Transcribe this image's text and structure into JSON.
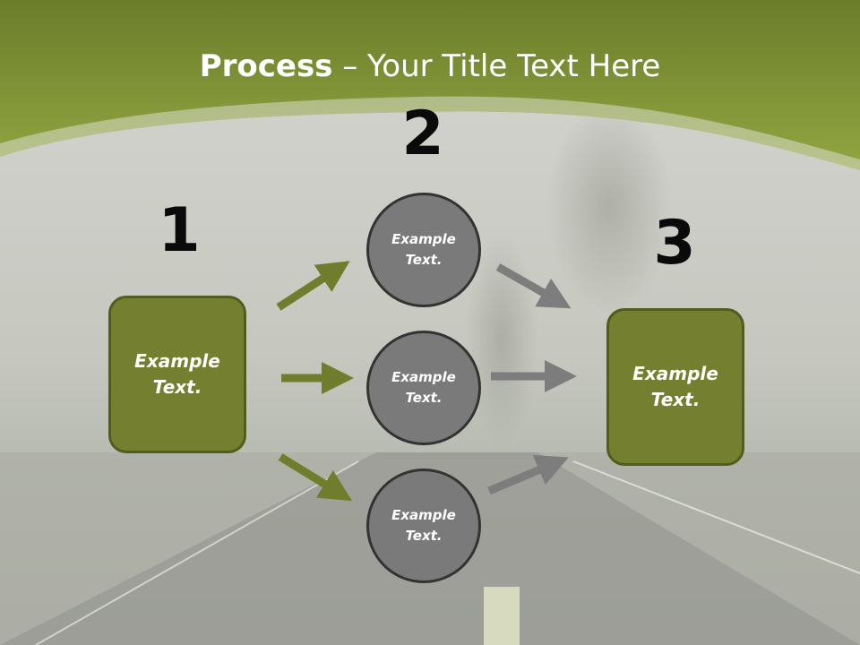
{
  "title": {
    "bold": "Process",
    "rest": " – Your Title Text Here"
  },
  "steps": {
    "num1": "1",
    "num2": "2",
    "num3": "3"
  },
  "nodes": {
    "left_box": [
      "Example",
      "Text."
    ],
    "circle_top": [
      "Example",
      "Text."
    ],
    "circle_mid": [
      "Example",
      "Text."
    ],
    "circle_bottom": [
      "Example",
      "Text."
    ],
    "right_box": [
      "Example",
      "Text."
    ]
  },
  "colors": {
    "header_green": "#8a9e3a",
    "box_green": "#748030",
    "arrow_green": "#6f7d2c",
    "arrow_gray": "#7d7d7d",
    "circle_gray": "#7a7a7a"
  }
}
